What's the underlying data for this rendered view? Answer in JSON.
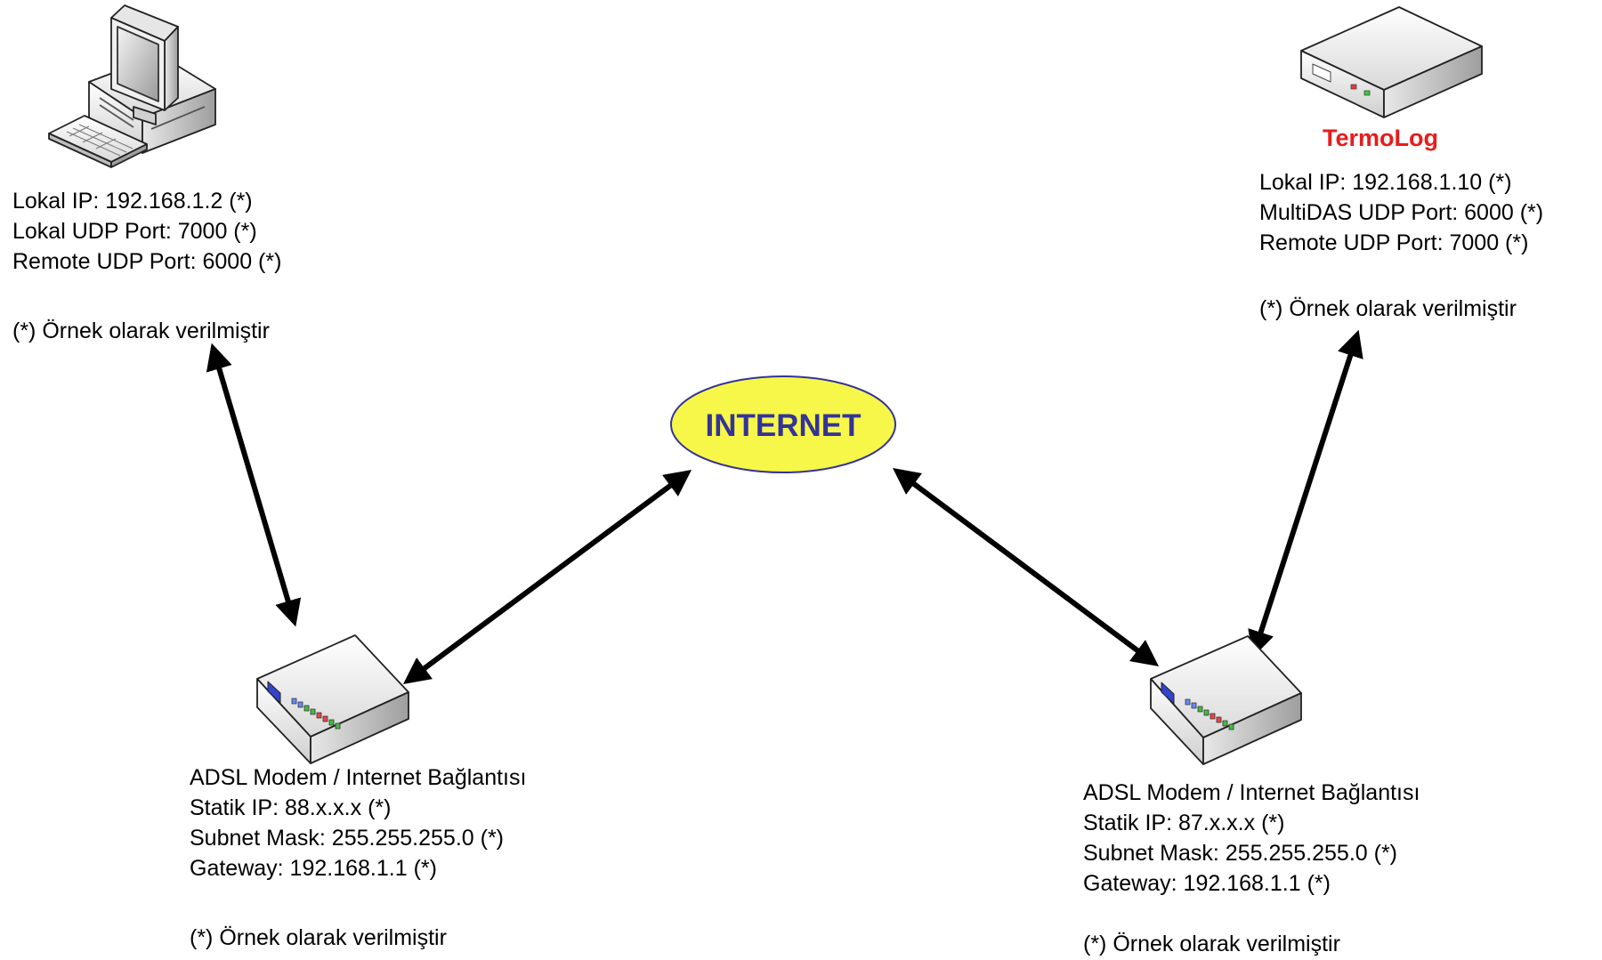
{
  "internet": {
    "label": "INTERNET",
    "fill_color": "#f7f74a",
    "text_color": "#333399"
  },
  "pc": {
    "icon": "desktop-computer-icon",
    "lines": [
      "Lokal IP: 192.168.1.2 (*)",
      "Lokal UDP Port: 7000 (*)",
      "Remote UDP Port: 6000 (*)"
    ],
    "note": "(*) Örnek olarak verilmiştir"
  },
  "termolog": {
    "icon": "network-device-icon",
    "name": "TermoLog",
    "name_color": "#e81c1c",
    "lines": [
      "Lokal IP: 192.168.1.10 (*)",
      "MultiDAS UDP Port: 6000 (*)",
      "Remote UDP Port: 7000 (*)"
    ],
    "note": "(*) Örnek olarak verilmiştir"
  },
  "modem_left": {
    "icon": "adsl-modem-icon",
    "lines": [
      "ADSL Modem / Internet Bağlantısı",
      "Statik IP: 88.x.x.x (*)",
      "Subnet Mask: 255.255.255.0 (*)",
      "Gateway: 192.168.1.1 (*)"
    ],
    "note": "(*) Örnek olarak verilmiştir"
  },
  "modem_right": {
    "icon": "adsl-modem-icon",
    "lines": [
      "ADSL Modem / Internet Bağlantısı",
      "Statik IP: 87.x.x.x (*)",
      "Subnet Mask: 255.255.255.0 (*)",
      "Gateway: 192.168.1.1 (*)"
    ],
    "note": "(*) Örnek olarak verilmiştir"
  },
  "connections": [
    {
      "from": "pc",
      "to": "modem_left"
    },
    {
      "from": "modem_left",
      "to": "internet"
    },
    {
      "from": "internet",
      "to": "modem_right"
    },
    {
      "from": "modem_right",
      "to": "termolog"
    }
  ]
}
